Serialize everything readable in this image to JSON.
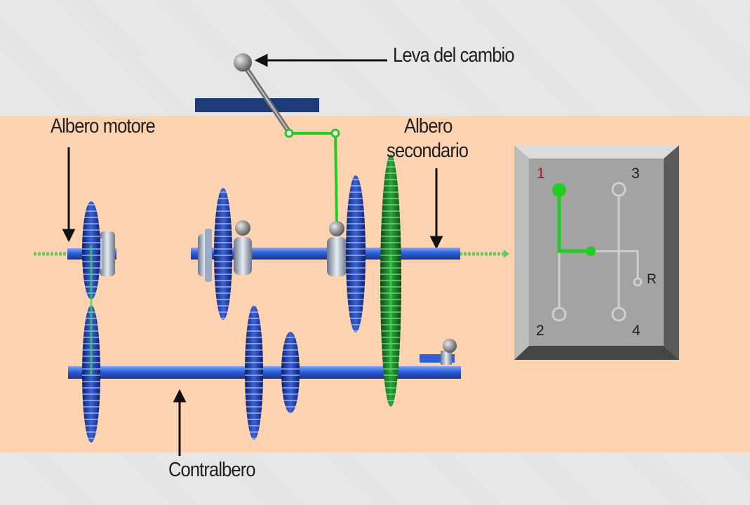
{
  "labels": {
    "leva": "Leva del cambio",
    "albero_motore": "Albero motore",
    "albero_secondario_line1": "Albero",
    "albero_secondario_line2": "secondario",
    "contralbero": "Contralbero"
  },
  "gate": {
    "positions": [
      "1",
      "2",
      "3",
      "4",
      "R"
    ],
    "selected": "1"
  },
  "colors": {
    "engaged": "#22cc22",
    "gear": "#1f3fae",
    "shaft": "#2f5fd8",
    "selected_label": "#b01818",
    "background": "#fdd3b1"
  }
}
